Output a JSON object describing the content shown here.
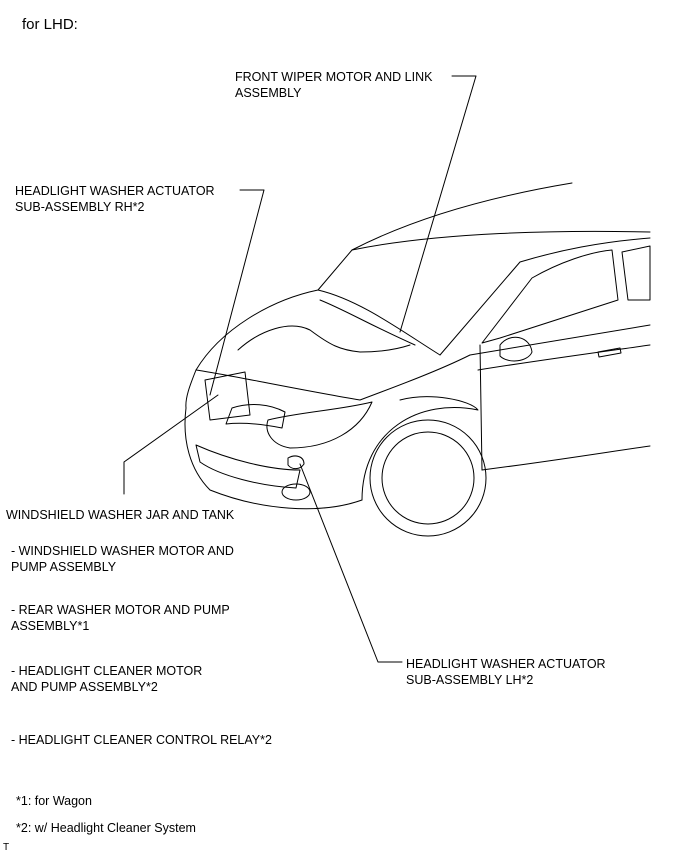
{
  "heading": "for LHD:",
  "labels": {
    "front_wiper_line1": "FRONT WIPER MOTOR AND LINK",
    "front_wiper_line2": "ASSEMBLY",
    "hl_washer_rh_line1": "HEADLIGHT WASHER ACTUATOR",
    "hl_washer_rh_line2": "SUB-ASSEMBLY RH*2",
    "washer_jar": "WINDSHIELD WASHER JAR AND TANK",
    "washer_motor_line1": "- WINDSHIELD WASHER MOTOR AND",
    "washer_motor_line2": "PUMP ASSEMBLY",
    "rear_washer_line1": "- REAR WASHER MOTOR AND PUMP",
    "rear_washer_line2": "ASSEMBLY*1",
    "hl_cleaner_motor_line1": "- HEADLIGHT CLEANER MOTOR",
    "hl_cleaner_motor_line2": "AND PUMP ASSEMBLY*2",
    "hl_cleaner_relay": "- HEADLIGHT CLEANER CONTROL RELAY*2",
    "hl_washer_lh_line1": "HEADLIGHT WASHER ACTUATOR",
    "hl_washer_lh_line2": "SUB-ASSEMBLY LH*2"
  },
  "footnotes": {
    "note1": "*1: for Wagon",
    "note2": "*2: w/ Headlight Cleaner System"
  },
  "corner_mark": "T"
}
